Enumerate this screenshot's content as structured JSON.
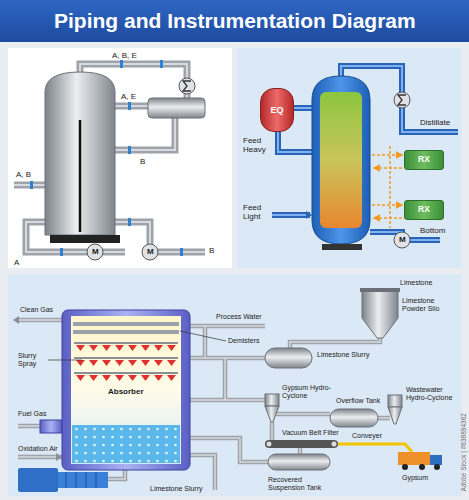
{
  "diagram": {
    "title": "Piping and Instrumentation Diagram",
    "nodes": [
      {
        "text": [
          "EQ"
        ]
      },
      {
        "text": [
          "RX"
        ]
      },
      {
        "text": [
          "RX"
        ]
      }
    ],
    "labels": [
      "A, B, E",
      "A, E",
      "B",
      "A, B",
      "M",
      "M",
      "A",
      "B",
      "Feed Heavy",
      "Distillate",
      "Feed Light",
      "M",
      "Bottom",
      "Limestone",
      "Clean Gas",
      "Process Water",
      "Limestone Powder Silo",
      "Demisters",
      "Slurry Spray",
      "Limestone Slurry",
      "Absorber",
      "Fuel Gas",
      "Gypsum Hydro-Cyclone",
      "Overflow Tank",
      "Wastewater Hydro-Cyclone",
      "Vacuum Belt Filter",
      "Conveyer",
      "Oxidation Air",
      "Recovered Suspension Tank",
      "Gypsum",
      "Limestone Slurry",
      "Adobe Stock | #638894362"
    ]
  }
}
